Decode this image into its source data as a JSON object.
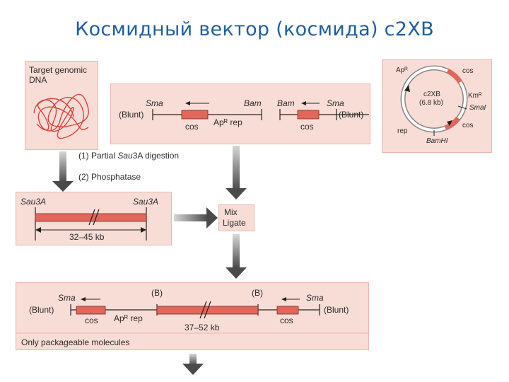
{
  "title": "Космидный вектор (космида) с2ХВ",
  "genomic_box": {
    "label_line1": "Target genomic",
    "label_line2": "DNA"
  },
  "vector_panel": {
    "left": {
      "sma": "Sma",
      "bam": "Bam",
      "blunt": "(Blunt)",
      "cos": "cos",
      "apr_rep": "Apᴿ rep"
    },
    "right": {
      "bam": "Bam",
      "sma": "Sma",
      "blunt": "(Blunt)",
      "cos": "cos"
    }
  },
  "plasmid": {
    "name": "c2XB",
    "size": "(6.8 kb)",
    "ap": "Apᴿ",
    "cos_top": "cos",
    "km": "Kmᴿ",
    "smai": "SmaI",
    "cos_bottom": "cos",
    "rep": "rep",
    "bamhi": "BamHI"
  },
  "steps": {
    "step1_prefix": "(1) Partial ",
    "step1_italic": "Sau",
    "step1_suffix": "3A digestion",
    "step2": "(2) Phosphatase"
  },
  "fragment_panel": {
    "sau_left": "Sau3A",
    "sau_right": "Sau3A",
    "size": "32–45 kb"
  },
  "mix_box": {
    "line1": "Mix",
    "line2": "Ligate"
  },
  "result_panel": {
    "sma_left": "Sma",
    "b_left": "(B)",
    "b_right": "(B)",
    "sma_right": "Sma",
    "blunt_left": "(Blunt)",
    "blunt_right": "(Blunt)",
    "cos_left": "cos",
    "apr_rep": "Apᴿ rep",
    "size": "37–52 kb",
    "cos_right": "cos",
    "footer": "Only packageable molecules"
  },
  "colors": {
    "panel": "#f8dcd6",
    "segment": "#e0675a",
    "arrow_dark": "#555555",
    "arrow_light": "#d0d0d0",
    "title": "#1f5f9e"
  }
}
